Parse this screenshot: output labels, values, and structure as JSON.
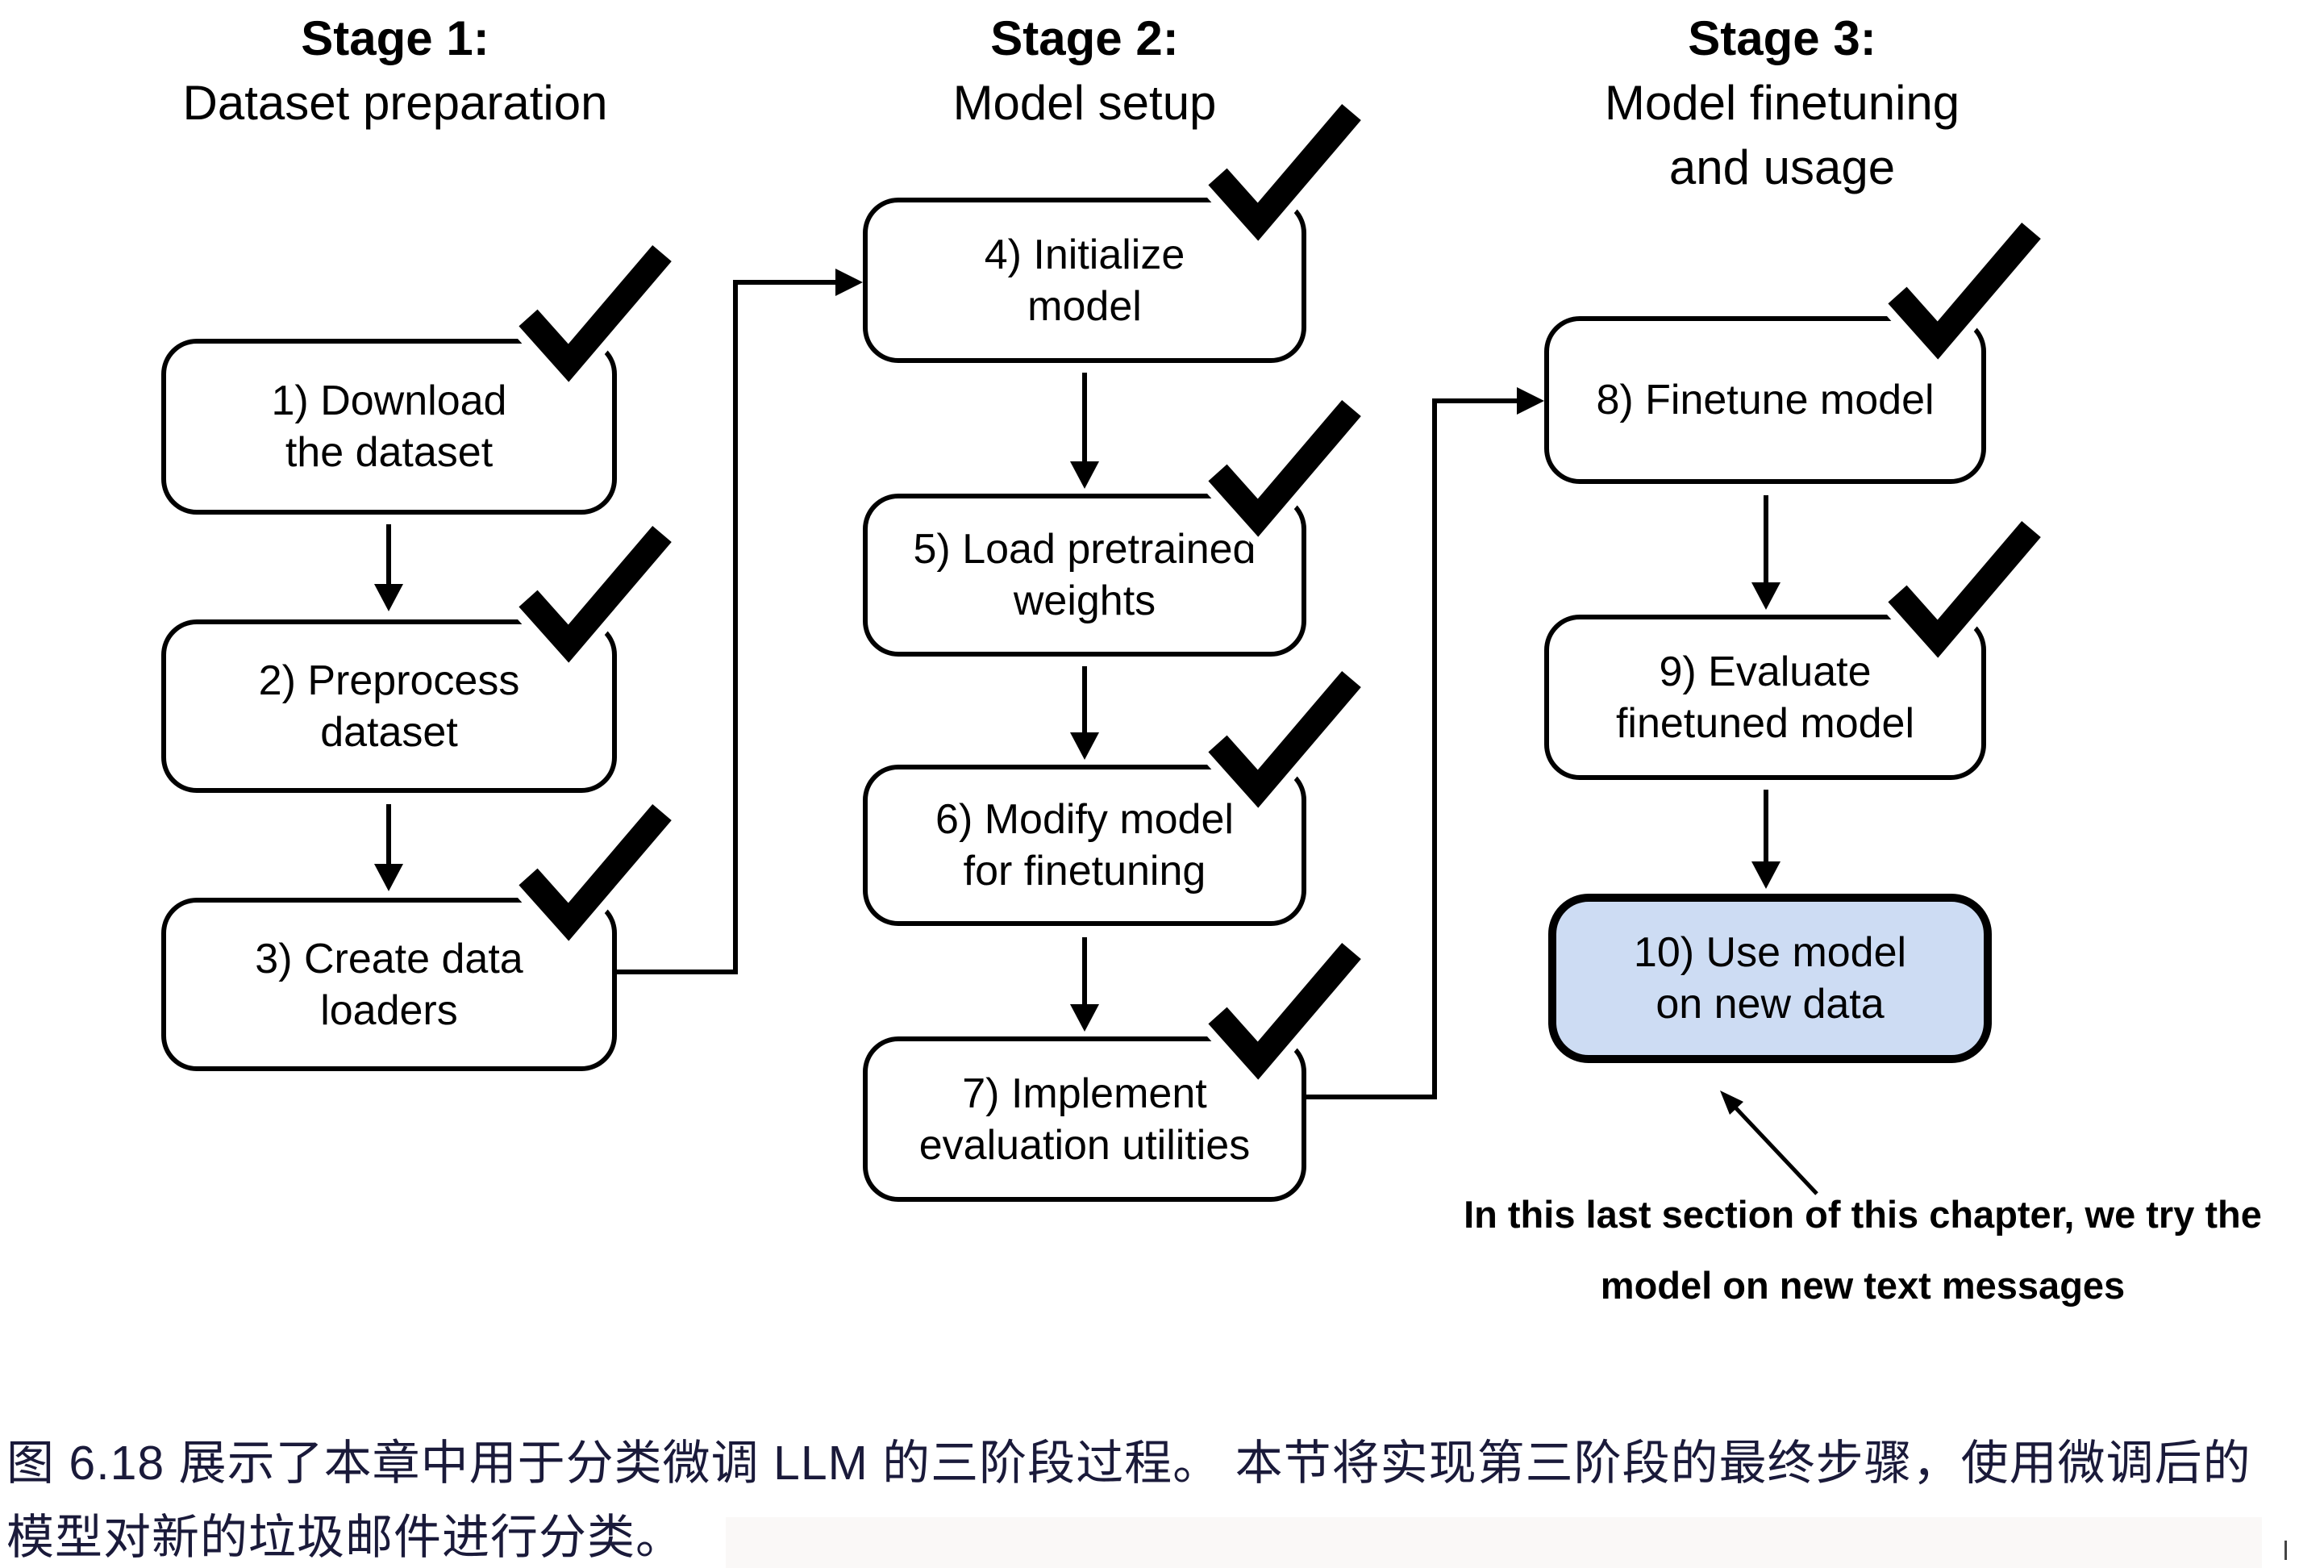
{
  "stages": {
    "s1": {
      "title": "Stage 1:",
      "subtitle": "Dataset preparation"
    },
    "s2": {
      "title": "Stage 2:",
      "subtitle": "Model setup"
    },
    "s3": {
      "title": "Stage 3:",
      "subtitle": "Model finetuning\nand usage"
    }
  },
  "boxes": {
    "b1": {
      "label": "1) Download\nthe dataset",
      "done": true
    },
    "b2": {
      "label": "2) Preprocess\ndataset",
      "done": true
    },
    "b3": {
      "label": "3) Create data\nloaders",
      "done": true
    },
    "b4": {
      "label": "4) Initialize\nmodel",
      "done": true
    },
    "b5": {
      "label": "5) Load pretrained\nweights",
      "done": true
    },
    "b6": {
      "label": "6) Modify model\nfor finetuning",
      "done": true
    },
    "b7": {
      "label": "7) Implement\nevaluation utilities",
      "done": true
    },
    "b8": {
      "label": "8) Finetune model",
      "done": true
    },
    "b9": {
      "label": "9) Evaluate\nfinetuned model",
      "done": true
    },
    "b10": {
      "label": "10) Use model\non new data",
      "done": false
    }
  },
  "annotation": {
    "text": "In this last section of this chapter, we try the\nmodel on new text messages"
  },
  "caption": {
    "text": "图 6.18 展示了本章中用于分类微调 LLM 的三阶段过程。 本节将实现第三阶段的最终步骤，使用微调后的\n模型对新的垃圾邮件进行分类。"
  },
  "colors": {
    "highlight_box_fill": "#cddcf3",
    "line": "#000000",
    "caption_text": "#1a1a3a"
  }
}
